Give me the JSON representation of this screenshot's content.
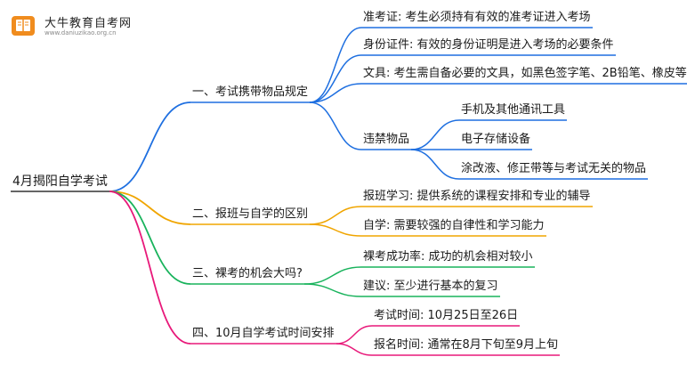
{
  "logo": {
    "title": "大牛教育自考网",
    "subtitle": "www.daniuzikao.org.cn",
    "color": "#f08c1e"
  },
  "mindmap": {
    "root": "4月揭阳自学考试",
    "branches": [
      {
        "label": "一、考试携带物品规定",
        "color": "#1e6fe0",
        "children": [
          {
            "label": "准考证: 考生必须持有有效的准考证进入考场"
          },
          {
            "label": "身份证件: 有效的身份证明是进入考场的必要条件"
          },
          {
            "label": "文具: 考生需自备必要的文具，如黑色签字笔、2B铅笔、橡皮等"
          },
          {
            "label": "违禁物品",
            "children": [
              {
                "label": "手机及其他通讯工具"
              },
              {
                "label": "电子存储设备"
              },
              {
                "label": "涂改液、修正带等与考试无关的物品"
              }
            ]
          }
        ]
      },
      {
        "label": "二、报班与自学的区别",
        "color": "#f0a500",
        "children": [
          {
            "label": "报班学习: 提供系统的课程安排和专业的辅导"
          },
          {
            "label": "自学: 需要较强的自律性和学习能力"
          }
        ]
      },
      {
        "label": "三、裸考的机会大吗?",
        "color": "#19b35c",
        "children": [
          {
            "label": "裸考成功率: 成功的机会相对较小"
          },
          {
            "label": "建议: 至少进行基本的复习"
          }
        ]
      },
      {
        "label": "四、10月自学考试时间安排",
        "color": "#e8197a",
        "children": [
          {
            "label": "考试时间: 10月25日至26日"
          },
          {
            "label": "报名时间: 通常在8月下旬至9月上旬"
          }
        ]
      }
    ]
  }
}
